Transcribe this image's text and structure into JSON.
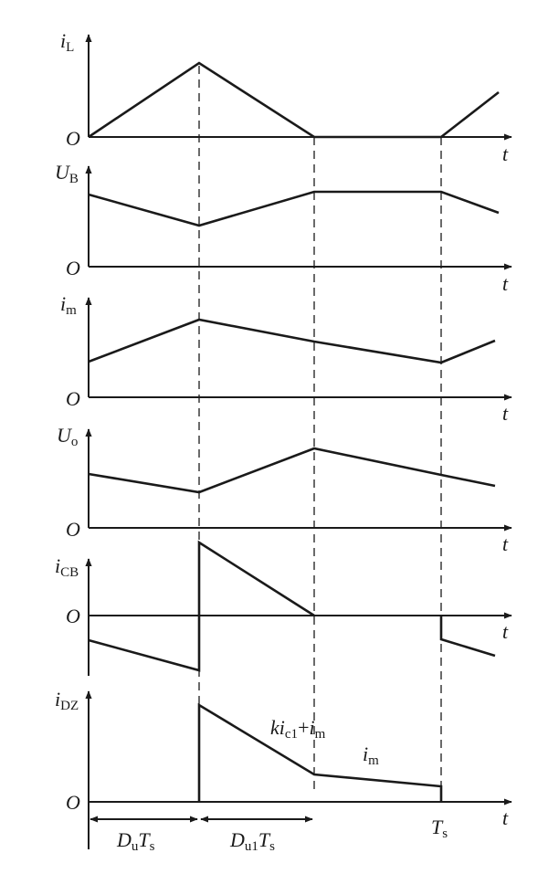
{
  "axis_labels": {
    "t": "t",
    "origin": "O"
  },
  "panels": [
    {
      "id": "iL",
      "symbol": "i",
      "subscript": "L"
    },
    {
      "id": "UB",
      "symbol": "U",
      "subscript": "B"
    },
    {
      "id": "im",
      "symbol": "i",
      "subscript": "m"
    },
    {
      "id": "Uo",
      "symbol": "U",
      "subscript": "o"
    },
    {
      "id": "iCB",
      "symbol": "i",
      "subscript": "CB"
    },
    {
      "id": "iDZ",
      "symbol": "i",
      "subscript": "DZ"
    }
  ],
  "annotations": {
    "k": "k",
    "i_sym": "i",
    "c1_sub": "c1",
    "plus": "+",
    "m_sub": "m",
    "im_label_sym": "i",
    "im_label_sub": "m",
    "ts_sym": "T",
    "ts_sub": "s"
  },
  "intervals": [
    {
      "symbol": "D",
      "sub1": "u",
      "tsym": "T",
      "tsub": "s"
    },
    {
      "symbol": "D",
      "sub1": "u1",
      "tsym": "T",
      "tsub": "s"
    }
  ],
  "colors": {
    "ink": "#1a1a1a",
    "background": "#ffffff"
  }
}
